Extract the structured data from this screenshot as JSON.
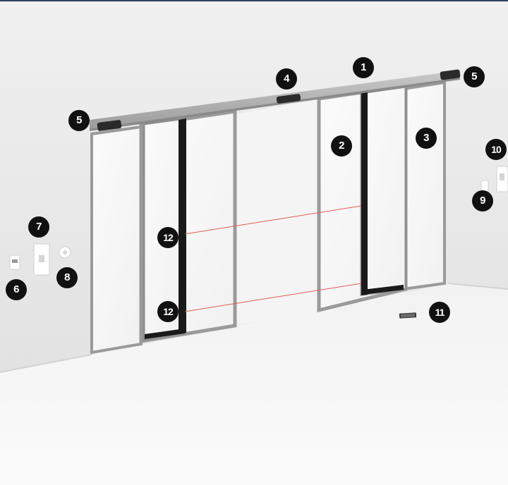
{
  "markers": {
    "m1": "1",
    "m2": "2",
    "m3": "3",
    "m4": "4",
    "m5_left": "5",
    "m5_right": "5",
    "m6": "6",
    "m7": "7",
    "m8": "8",
    "m9": "9",
    "m10": "10",
    "m11": "11",
    "m12_upper": "12",
    "m12_lower": "12"
  },
  "colors": {
    "wall": "#e9e9e9",
    "floor": "#f7f7f7",
    "frame": "#9a9a9a",
    "operator_header": "#b7b7b7",
    "sensor": "#2a2a2a",
    "safety_beam": "#e35a5a",
    "marker_fill": "#111111",
    "marker_text": "#ffffff",
    "top_border": "#2f3f5f"
  }
}
